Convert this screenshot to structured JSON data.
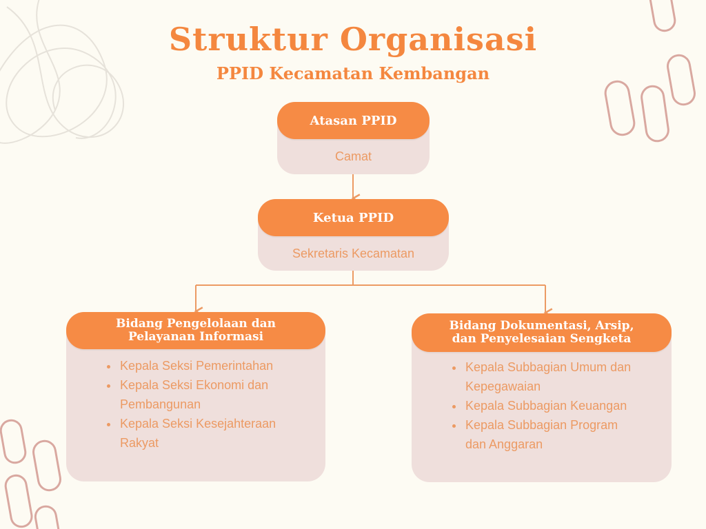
{
  "title": "Struktur Organisasi",
  "subtitle": "PPID Kecamatan Kembangan",
  "atasan": {
    "role": "Atasan PPID",
    "name": "Camat"
  },
  "ketua": {
    "role": "Ketua PPID",
    "name": "Sekretaris Kecamatan"
  },
  "bidang_kiri": {
    "role_line1": "Bidang Pengelolaan dan",
    "role_line2": "Pelayanan Informasi",
    "items": [
      "Kepala Seksi Pemerintahan",
      "Kepala Seksi Ekonomi dan Pembangunan",
      "Kepala Seksi Kesejahteraan Rakyat"
    ]
  },
  "bidang_kanan": {
    "role_line1": "Bidang Dokumentasi, Arsip,",
    "role_line2": "dan Penyelesaian Sengketa",
    "items": [
      "Kepala Subbagian Umum dan Kepegawaian",
      "Kepala Subbagian Keuangan",
      "Kepala Subbagian Program dan Anggaran"
    ]
  },
  "colors": {
    "background": "#fdfbf3",
    "header_fill": "#f68b45",
    "body_fill": "#efdfdc",
    "accent_text": "#f4873f",
    "line": "#ec9a63"
  }
}
